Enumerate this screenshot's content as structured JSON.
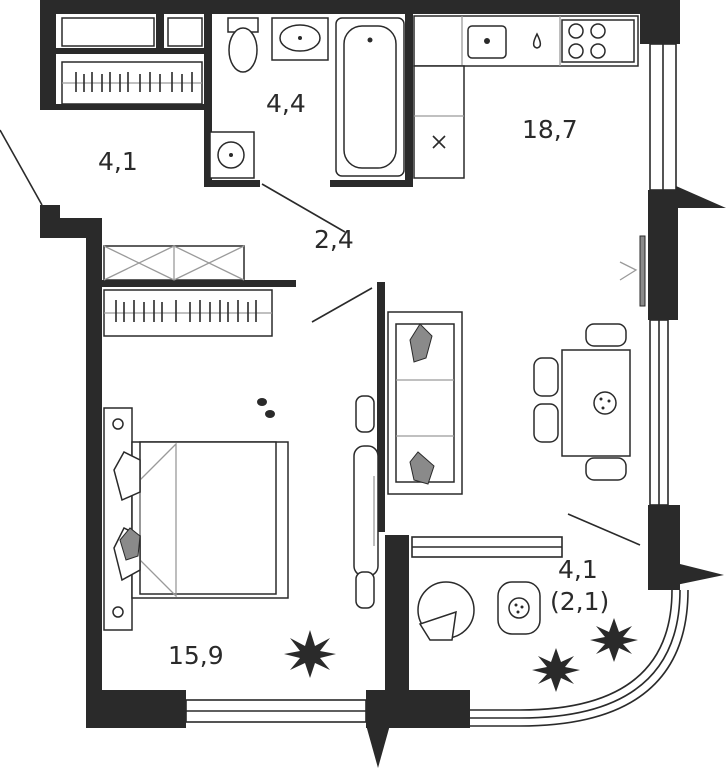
{
  "rooms": {
    "hall": "4,1",
    "bathroom": "4,4",
    "closet": "2,4",
    "kitchen_living": "18,7",
    "bedroom": "15,9",
    "loggia": "4,1",
    "loggia_reduced": "(2,1)"
  }
}
